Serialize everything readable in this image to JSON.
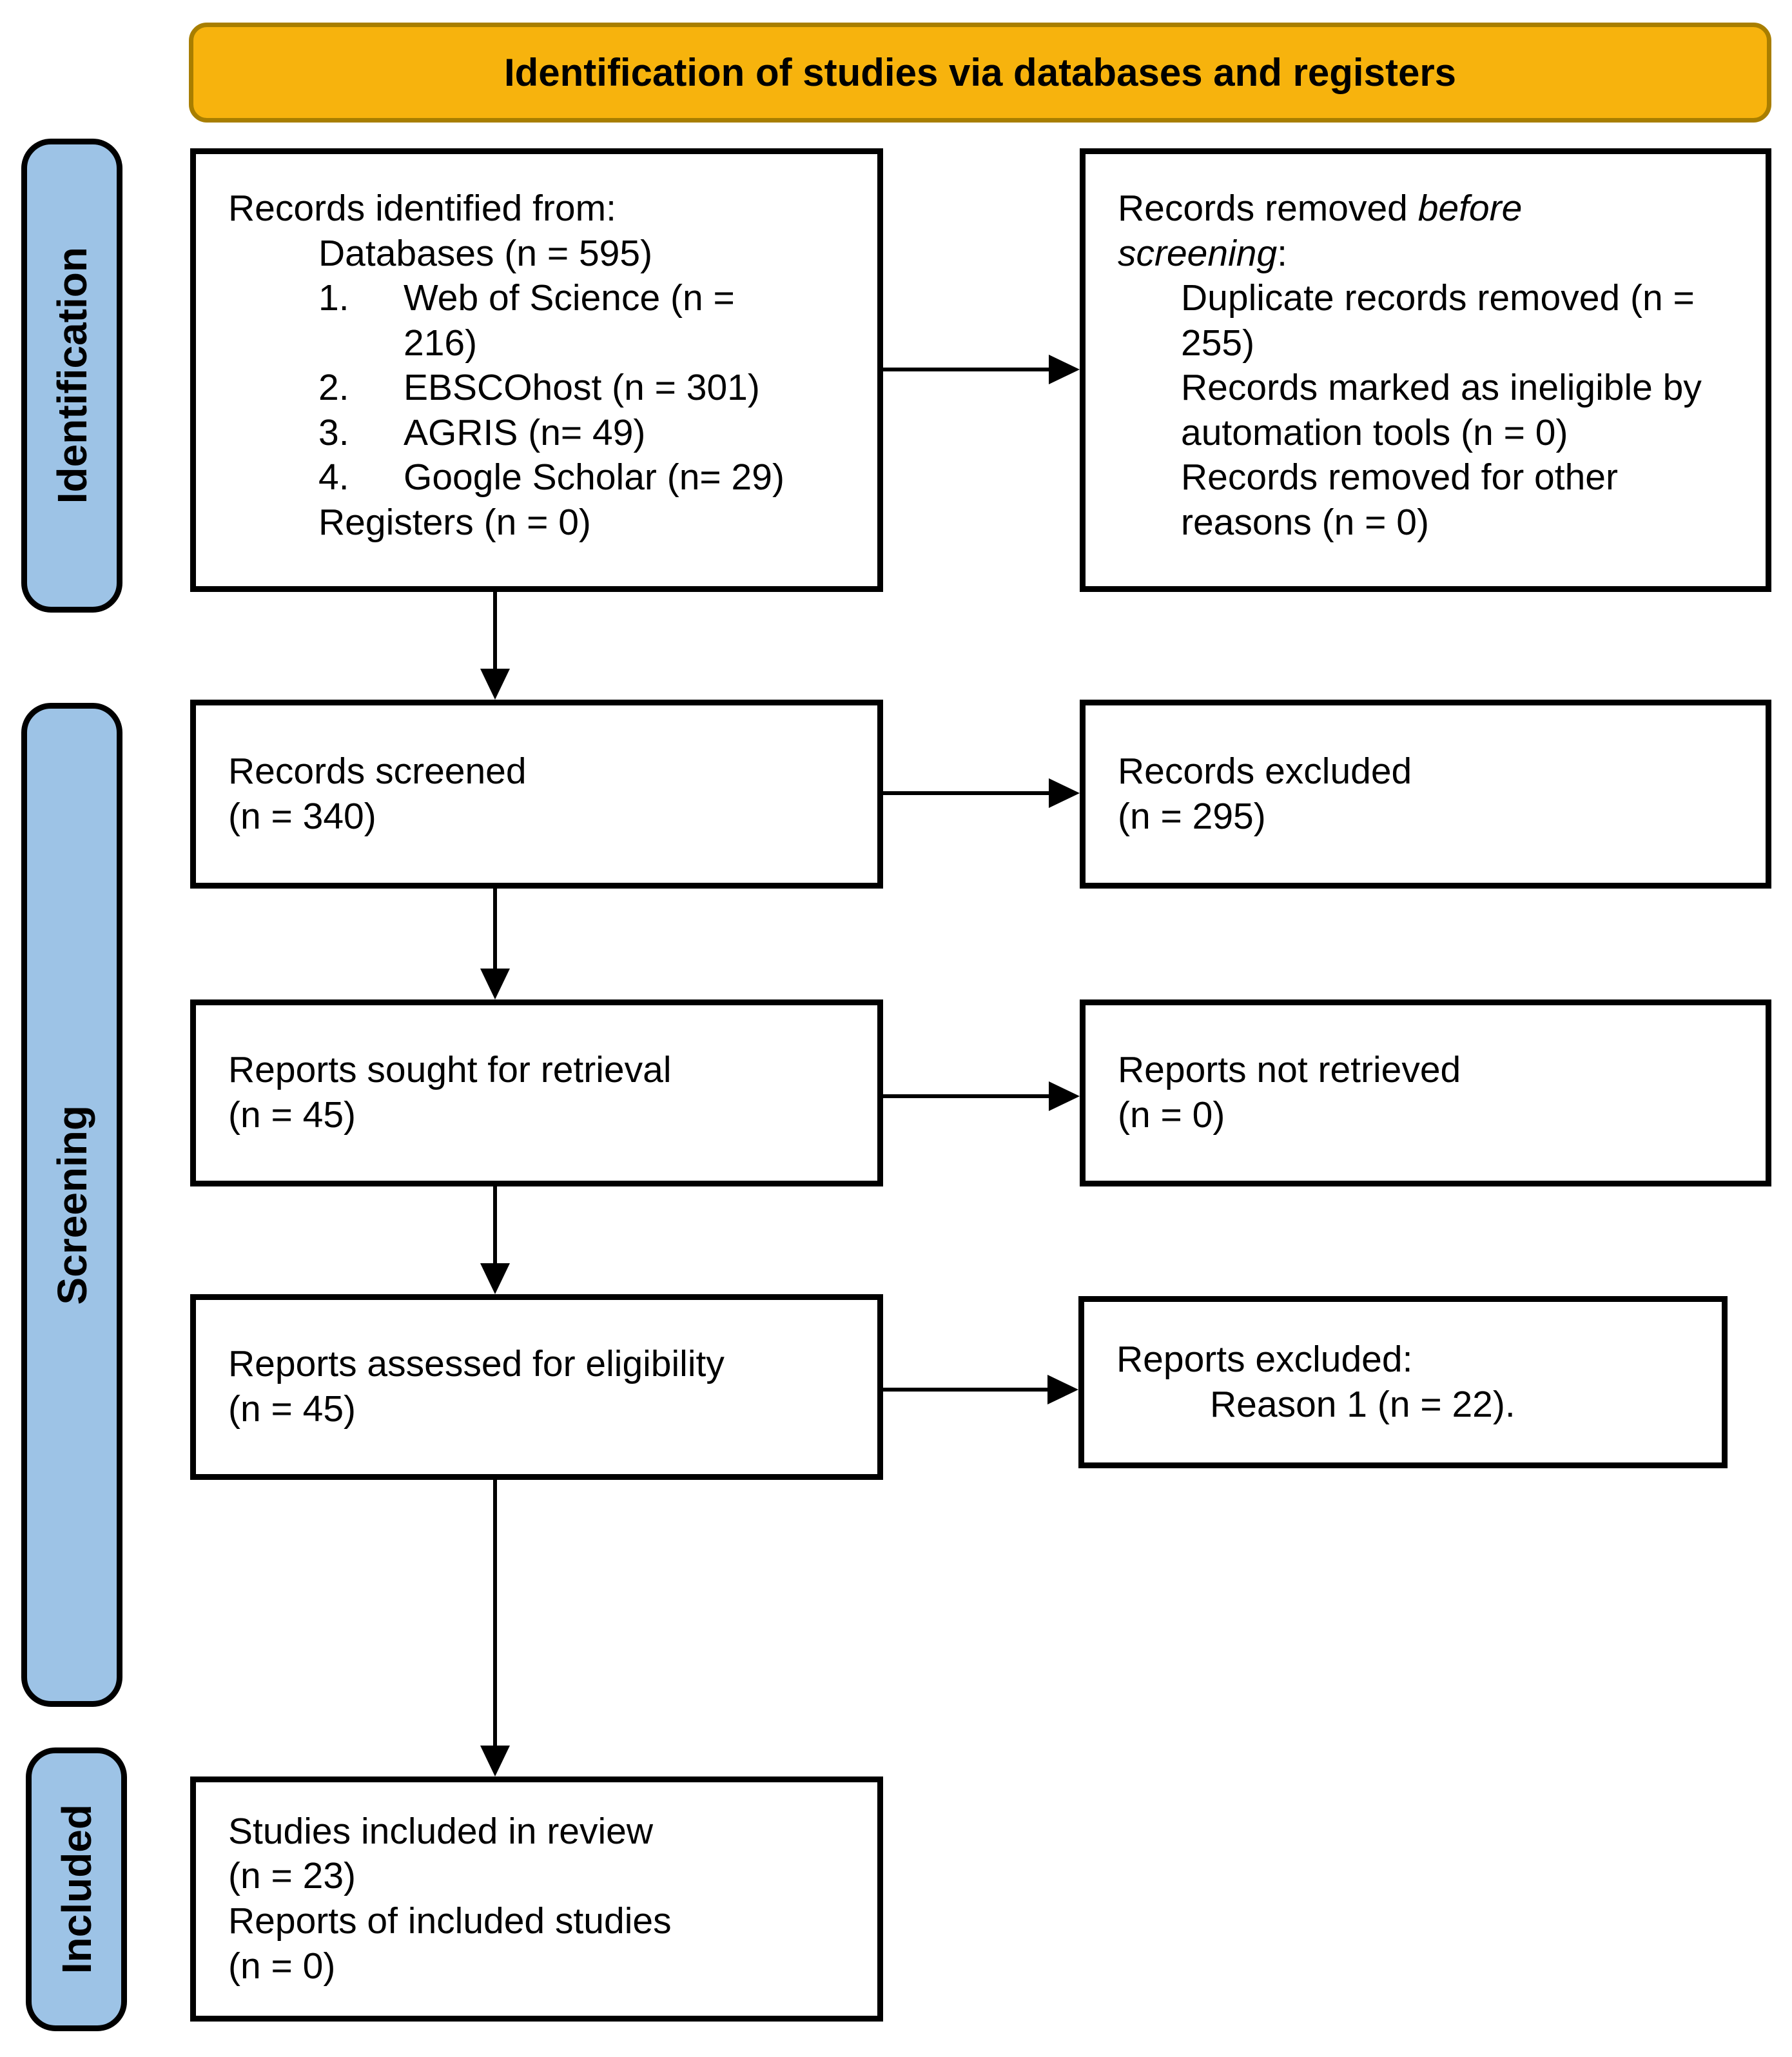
{
  "colors": {
    "banner_bg": "#F7B30D",
    "banner_border": "#A87E00",
    "sidebar_bg": "#9DC3E6",
    "box_border": "#000000",
    "arrow": "#000000"
  },
  "banner": {
    "title": "Identification of studies via databases and registers"
  },
  "sidebar": {
    "items": [
      {
        "label": "Identification"
      },
      {
        "label": "Screening"
      },
      {
        "label": "Included"
      }
    ]
  },
  "boxes": {
    "records_identified": {
      "intro": "Records identified from:",
      "databases": "Databases (n = 595)",
      "list": [
        {
          "num": "1.",
          "text": "Web of Science (n = 216)"
        },
        {
          "num": "2.",
          "text": "EBSCOhost (n = 301)"
        },
        {
          "num": "3.",
          "text": "AGRIS (n= 49)"
        },
        {
          "num": "4.",
          "text": "Google Scholar (n= 29)"
        }
      ],
      "registers": "Registers (n = 0)"
    },
    "records_removed": {
      "intro_prefix": "Records removed ",
      "intro_italic": "before screening",
      "intro_suffix": ":",
      "items": [
        "Duplicate records removed (n = 255)",
        "Records marked as ineligible by automation tools (n = 0)",
        "Records removed for other reasons (n = 0)"
      ]
    },
    "records_screened": {
      "line1": "Records screened",
      "line2": "(n = 340)"
    },
    "records_excluded": {
      "line1": "Records excluded",
      "line2": "(n = 295)"
    },
    "reports_sought": {
      "line1": "Reports sought for retrieval",
      "line2": "(n = 45)"
    },
    "reports_not_retrieved": {
      "line1": "Reports not retrieved",
      "line2": "(n = 0)"
    },
    "reports_assessed": {
      "line1": "Reports assessed for eligibility",
      "line2": "(n = 45)"
    },
    "reports_excluded": {
      "line1": "Reports excluded:",
      "reason": "Reason 1 (n = 22)."
    },
    "studies_included": {
      "line1": "Studies included in review",
      "line2": "(n = 23)",
      "line3": "Reports of included studies",
      "line4": "(n = 0)"
    }
  }
}
